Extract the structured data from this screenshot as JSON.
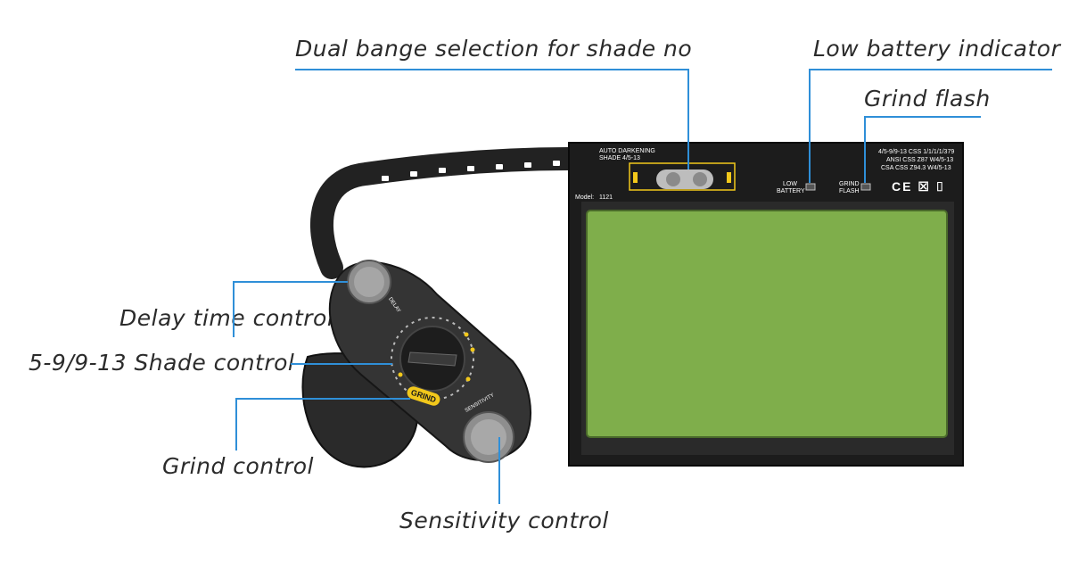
{
  "callouts": {
    "dual_range": "Dual bange selection for shade no",
    "low_battery": "Low battery indicator",
    "grind_flash": "Grind flash",
    "delay_time": "Delay time control",
    "shade_control": "5-9/9-13 Shade control",
    "grind_control": "Grind control",
    "sensitivity": "Sensitivity control"
  },
  "panel": {
    "brand_line1": "AUTO DARKENING",
    "brand_line2": "SHADE 4/5-13",
    "model_label": "Model:",
    "model_value": "1121",
    "low_battery_label_1": "LOW",
    "low_battery_label_2": "BATTERY",
    "grind_flash_label_1": "GRIND",
    "grind_flash_label_2": "FLASH",
    "cert_line1": "4/5-9/9-13 CSS 1/1/1/1/379",
    "cert_line2": "ANSI CSS Z87 W4/5-13",
    "cert_line3": "CSA CSS Z94.3 W4/5-13",
    "cert_marks": "CE ☒ ⌷"
  },
  "controller": {
    "grind_badge": "GRIND",
    "delay_label": "DELAY",
    "sensitivity_label": "SENSITIVITY"
  },
  "colors": {
    "leader_line": "#2f8fd8",
    "lens_green": "#7fae4b",
    "panel_black": "#1c1c1c",
    "indicator_yellow": "#f2c81b"
  }
}
